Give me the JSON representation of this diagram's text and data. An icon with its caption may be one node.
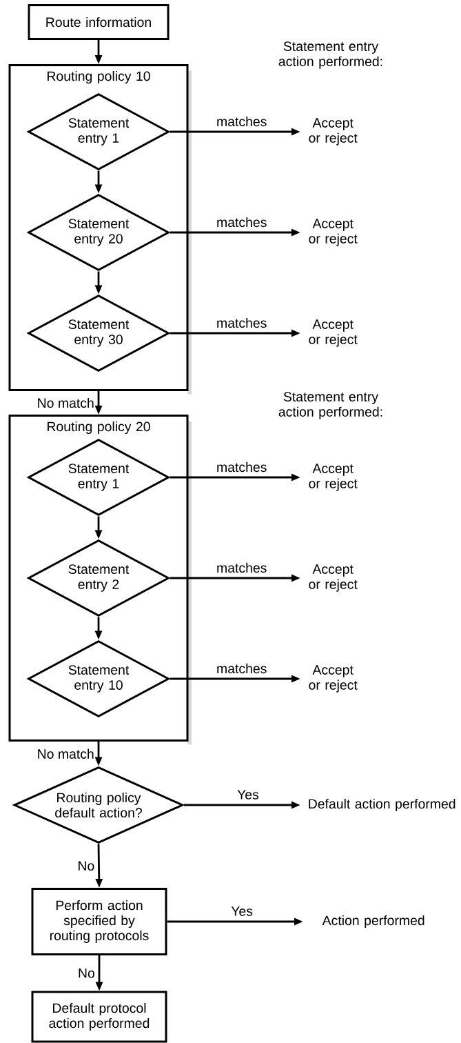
{
  "diagram": {
    "nodes": [
      {
        "text": [
          "Route information"
        ]
      },
      {
        "text": [
          "Routing policy 10"
        ]
      },
      {
        "text": [
          "Statement entry 1"
        ],
        "in": 1
      },
      {
        "text": [
          "Statement entry 20"
        ],
        "in": 1
      },
      {
        "text": [
          "Statement entry 30"
        ],
        "in": 1
      },
      {
        "text": [
          "Accept or reject"
        ]
      },
      {
        "text": [
          "Accept or reject"
        ]
      },
      {
        "text": [
          "Accept or reject"
        ]
      },
      {
        "text": [
          "Routing policy 20"
        ]
      },
      {
        "text": [
          "Statement entry 1"
        ],
        "in": 8
      },
      {
        "text": [
          "Statement entry 2"
        ],
        "in": 8
      },
      {
        "text": [
          "Statement entry 10"
        ],
        "in": 8
      },
      {
        "text": [
          "Accept or reject"
        ]
      },
      {
        "text": [
          "Accept or reject"
        ]
      },
      {
        "text": [
          "Accept or reject"
        ]
      },
      {
        "text": [
          "Routing policy default action?"
        ]
      },
      {
        "text": [
          "Default action performed"
        ]
      },
      {
        "text": [
          "Perform action specified by routing protocols"
        ]
      },
      {
        "text": [
          "Action performed"
        ]
      },
      {
        "text": [
          "Default protocol action performed"
        ]
      }
    ],
    "edges": [
      {
        "from": 0,
        "to": 1,
        "arrow": "to"
      },
      {
        "from": 2,
        "to": 3,
        "arrow": "to"
      },
      {
        "from": 3,
        "to": 4,
        "arrow": "to"
      },
      {
        "from": 2,
        "to": 5,
        "arrow": "to",
        "label": "matches"
      },
      {
        "from": 3,
        "to": 6,
        "arrow": "to",
        "label": "matches"
      },
      {
        "from": 4,
        "to": 7,
        "arrow": "to",
        "label": "matches"
      },
      {
        "from": 1,
        "to": 8,
        "arrow": "to",
        "label": "No match"
      },
      {
        "from": 9,
        "to": 10,
        "arrow": "to"
      },
      {
        "from": 10,
        "to": 11,
        "arrow": "to"
      },
      {
        "from": 9,
        "to": 12,
        "arrow": "to",
        "label": "matches"
      },
      {
        "from": 10,
        "to": 13,
        "arrow": "to",
        "label": "matches"
      },
      {
        "from": 11,
        "to": 14,
        "arrow": "to",
        "label": "matches"
      },
      {
        "from": 8,
        "to": 15,
        "arrow": "to",
        "label": "No match"
      },
      {
        "from": 15,
        "to": 16,
        "arrow": "to",
        "label": "Yes"
      },
      {
        "from": 15,
        "to": 17,
        "arrow": "to",
        "label": "No"
      },
      {
        "from": 17,
        "to": 18,
        "arrow": "to",
        "label": "Yes"
      },
      {
        "from": 17,
        "to": 19,
        "arrow": "to",
        "label": "No"
      }
    ],
    "labels": [
      "Statement entry action performed:",
      "Statement entry action performed:"
    ]
  }
}
